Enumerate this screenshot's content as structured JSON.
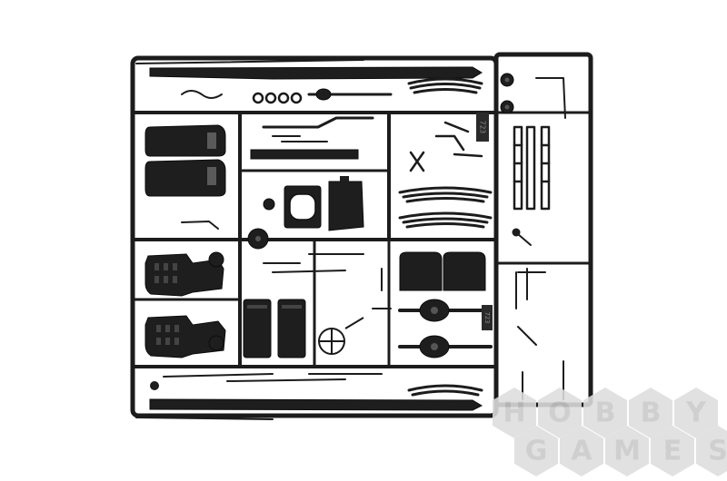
{
  "image": {
    "subject": "plastic model kit sprue",
    "background_color": "#ffffff",
    "plastic_color": "#1e1e1e"
  },
  "sprue": {
    "tag_labels": [
      "723",
      "723"
    ]
  },
  "watermark": {
    "line1": [
      "H",
      "O",
      "B",
      "B",
      "Y"
    ],
    "line2": [
      "G",
      "A",
      "M",
      "E",
      "S"
    ],
    "hex_color": "#dedede",
    "text_color": "#c9c9c9"
  }
}
